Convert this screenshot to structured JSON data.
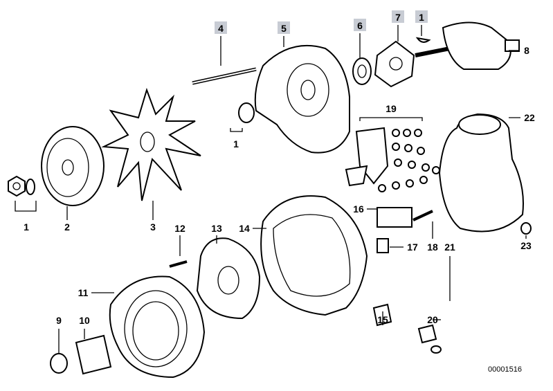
{
  "diagram": {
    "callouts": [
      "4",
      "5",
      "6",
      "7",
      "1",
      "8",
      "22",
      "19",
      "1",
      "1",
      "2",
      "3",
      "12",
      "13",
      "14",
      "16",
      "17",
      "18",
      "21",
      "23",
      "11",
      "9",
      "10",
      "15",
      "20"
    ],
    "highlighted_color": "#c8ccd4",
    "reference_number": "00001516"
  }
}
